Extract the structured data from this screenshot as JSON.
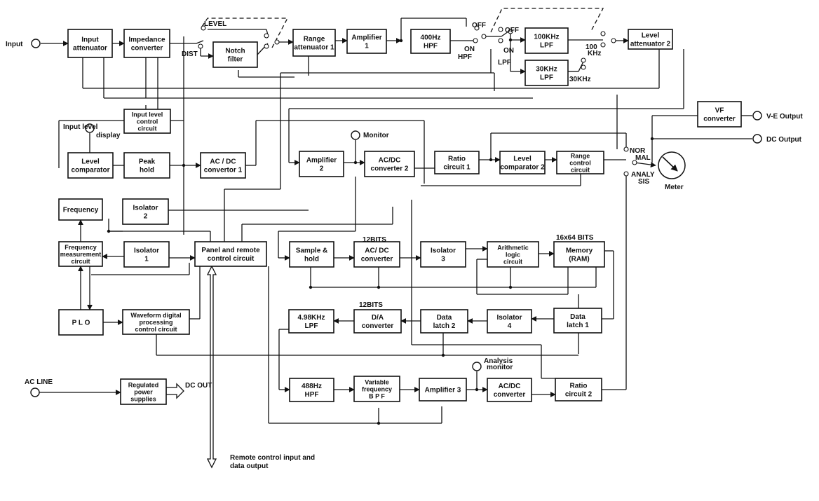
{
  "blocks": {
    "input_attenuator": [
      "Input",
      "attenuator"
    ],
    "impedance_converter": [
      "Impedance",
      "converter"
    ],
    "notch_filter": [
      "Notch",
      "filter"
    ],
    "range_attenuator_1": [
      "Range",
      "attenuator 1"
    ],
    "amplifier_1": [
      "Amplifier",
      "1"
    ],
    "hpf_400hz": [
      "400Hz",
      "HPF"
    ],
    "lpf_100khz": [
      "100KHz",
      "LPF"
    ],
    "lpf_30khz": [
      "30KHz",
      "LPF"
    ],
    "level_attenuator_2": [
      "Level",
      "attenuator 2"
    ],
    "input_level_control": [
      "Input level",
      "control",
      "circuit"
    ],
    "vf_converter": [
      "VF",
      "converter"
    ],
    "level_comparator": [
      "Level",
      "comparator"
    ],
    "peak_hold": [
      "Peak",
      "hold"
    ],
    "acdc_converter_1": [
      "AC / DC",
      "convertor 1"
    ],
    "amplifier_2": [
      "Amplifier",
      "2"
    ],
    "acdc_converter_2": [
      "AC/DC",
      "converter 2"
    ],
    "ratio_circuit_1": [
      "Ratio",
      "circuit 1"
    ],
    "level_comparator_2": [
      "Level",
      "comparator 2"
    ],
    "range_control": [
      "Range",
      "control",
      "circuit"
    ],
    "frequency": [
      "Frequency"
    ],
    "isolator_2": [
      "Isolator",
      "2"
    ],
    "frequency_measurement": [
      "Frequency",
      "measurement",
      "circuit"
    ],
    "isolator_1": [
      "Isolator",
      "1"
    ],
    "panel_remote": [
      "Panel and remote",
      "control circuit"
    ],
    "sample_hold": [
      "Sample &",
      "hold"
    ],
    "acdc_converter_12": [
      "AC/ DC",
      "converter"
    ],
    "isolator_3": [
      "Isolator",
      "3"
    ],
    "arithmetic_logic": [
      "Arithmetic",
      "logic",
      "circuit"
    ],
    "memory": [
      "Memory",
      "(RAM)"
    ],
    "plo": [
      "P L O"
    ],
    "waveform_processing": [
      "Waveform digital",
      "processing",
      "control circuit"
    ],
    "lpf_498khz": [
      "4.98KHz",
      "LPF"
    ],
    "da_converter": [
      "D/A",
      "converter"
    ],
    "data_latch_2": [
      "Data",
      "latch 2"
    ],
    "isolator_4": [
      "Isolator",
      "4"
    ],
    "data_latch_1": [
      "Data",
      "latch 1"
    ],
    "regulated_power": [
      "Regulated",
      "power",
      "supplies"
    ],
    "hpf_488hz": [
      "488Hz",
      "HPF"
    ],
    "variable_bpf": [
      "Variable",
      "frequency",
      "B P F"
    ],
    "amplifier_3": [
      "Amplifier 3"
    ],
    "acdc_converter_a": [
      "AC/DC",
      "converter"
    ],
    "ratio_circuit_2": [
      "Ratio",
      "circuit 2"
    ]
  },
  "labels": {
    "input": "Input",
    "level": "LEVEL",
    "dist": "DIST",
    "off_1": "OFF",
    "on_hpf": [
      "ON",
      "HPF"
    ],
    "off_2": "OFF",
    "on_2": "ON",
    "lpf": "LPF",
    "khz_100": [
      "100",
      "KHz"
    ],
    "khz_30": "30KHz",
    "input_level_display": [
      "Input level",
      "display"
    ],
    "monitor": "Monitor",
    "ve_output": "V-E Output",
    "dc_output": "DC Output",
    "normal": [
      "NOR",
      "MAL"
    ],
    "analysis": [
      "ANALY",
      "SIS"
    ],
    "meter": "Meter",
    "bits_12_a": "12BITS",
    "bits_16x64": "16x64 BITS",
    "bits_12_b": "12BITS",
    "ac_line": "AC LINE",
    "dc_out": "DC OUT",
    "analysis_monitor": [
      "Analysis",
      "monitor"
    ],
    "remote_io": [
      "Remote control input and",
      "data output"
    ]
  }
}
